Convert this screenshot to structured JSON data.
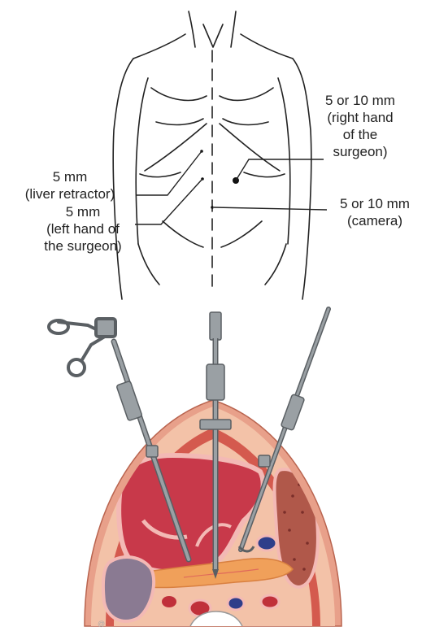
{
  "figure": {
    "labels": {
      "right_hand": [
        "5 or 10 mm",
        "(right hand",
        "of the",
        "surgeon)"
      ],
      "liver_retractor": [
        "5 mm",
        "(liver retractor)"
      ],
      "left_hand": [
        "5 mm",
        "(left hand of",
        "the surgeon)"
      ],
      "camera": [
        "5 or 10 mm",
        "(camera)"
      ]
    },
    "colors": {
      "line": "#222222",
      "skin": "#e8a08a",
      "fat": "#f3c2a8",
      "muscle": "#d45a4e",
      "stomach": "#c8394a",
      "stomach_lining": "#f3b9b5",
      "spleen": "#b0584a",
      "pancreas": "#f0a05a",
      "vessel_blue": "#2e3e8a",
      "vessel_red": "#c0303a",
      "kidney": "#8a7a92",
      "instrument_metal": "#9aa0a4",
      "instrument_dark": "#5a5f63"
    }
  }
}
